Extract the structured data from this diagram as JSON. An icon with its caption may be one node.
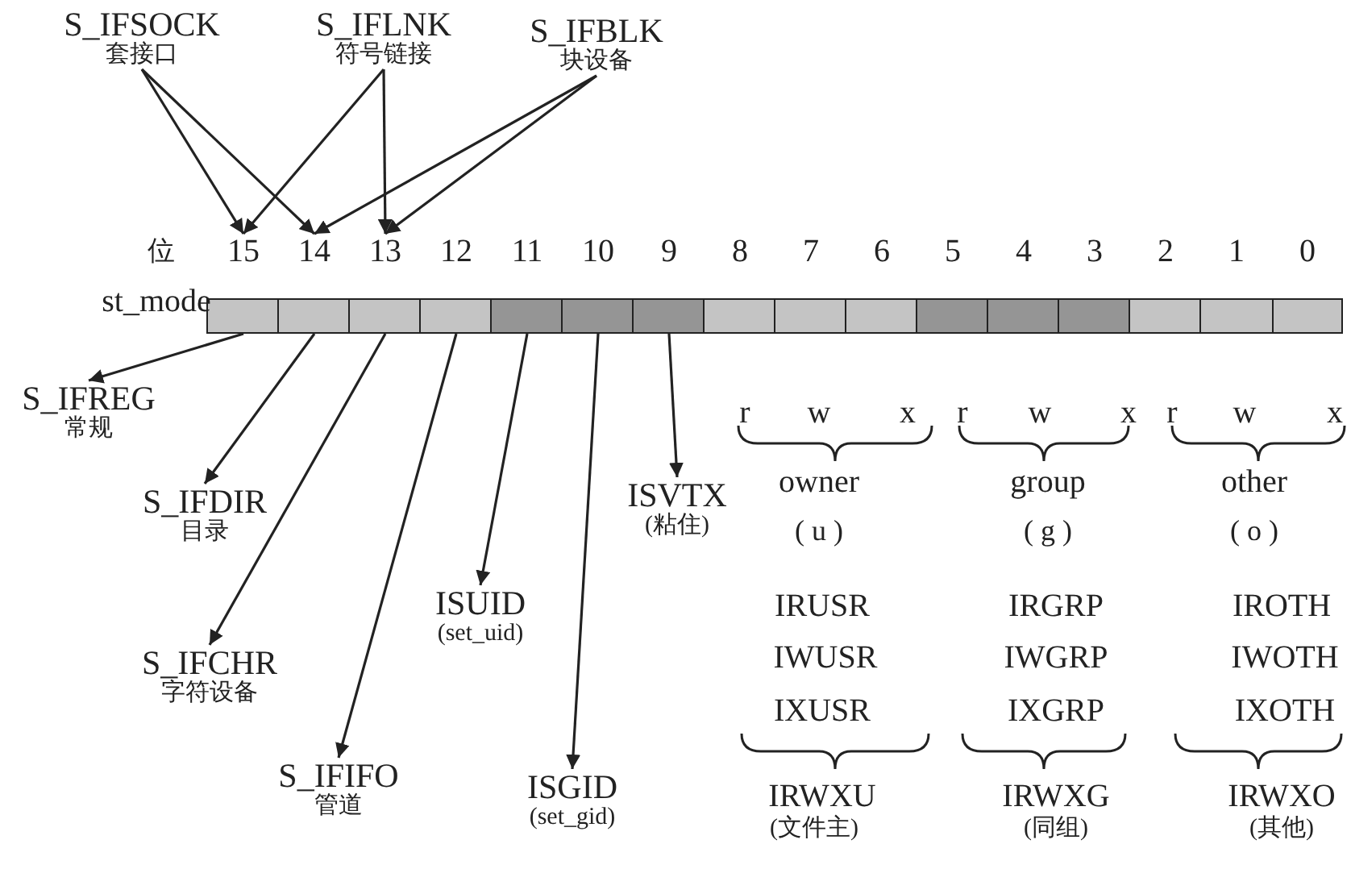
{
  "diagram": {
    "nodes": [
      {
        "text": [
          "S_IFSOCK",
          "套接口"
        ]
      },
      {
        "text": [
          "S_IFLNK",
          "符号链接"
        ]
      },
      {
        "text": [
          "S_IFBLK",
          "块设备"
        ]
      },
      {
        "text": [],
        "shape": "box",
        "beside": [
          "15"
        ]
      },
      {
        "text": [],
        "shape": "box",
        "beside": [
          "14"
        ]
      },
      {
        "text": [],
        "shape": "box",
        "beside": [
          "13"
        ]
      },
      {
        "text": [],
        "shape": "box",
        "beside": [
          "12"
        ]
      },
      {
        "text": [],
        "shape": "box",
        "beside": [
          "11"
        ]
      },
      {
        "text": [],
        "shape": "box",
        "beside": [
          "10"
        ]
      },
      {
        "text": [],
        "shape": "box",
        "beside": [
          "9"
        ]
      },
      {
        "text": [],
        "shape": "box",
        "beside": [
          "8"
        ]
      },
      {
        "text": [],
        "shape": "box",
        "beside": [
          "7"
        ]
      },
      {
        "text": [],
        "shape": "box",
        "beside": [
          "6"
        ]
      },
      {
        "text": [],
        "shape": "box",
        "beside": [
          "5"
        ]
      },
      {
        "text": [],
        "shape": "box",
        "beside": [
          "4"
        ]
      },
      {
        "text": [],
        "shape": "box",
        "beside": [
          "3"
        ]
      },
      {
        "text": [],
        "shape": "box",
        "beside": [
          "2"
        ]
      },
      {
        "text": [],
        "shape": "box",
        "beside": [
          "1"
        ]
      },
      {
        "text": [],
        "shape": "box",
        "beside": [
          "0"
        ]
      },
      {
        "text": [
          "S_IFREG",
          "常规"
        ]
      },
      {
        "text": [
          "S_IFDIR",
          "目录"
        ]
      },
      {
        "text": [
          "ISVTX",
          "(粘住)"
        ]
      },
      {
        "text": [
          "ISUID",
          "(set_uid)"
        ]
      },
      {
        "text": [
          "S_IFCHR",
          "字符设备"
        ]
      },
      {
        "text": [
          "S_IFIFO",
          "管道"
        ]
      },
      {
        "text": [
          "ISGID",
          "(set_gid)"
        ]
      }
    ],
    "edges": [
      {
        "from": 0,
        "to": 3,
        "arrow": "to"
      },
      {
        "from": 0,
        "to": 4,
        "arrow": "to"
      },
      {
        "from": 1,
        "to": 3,
        "arrow": "to"
      },
      {
        "from": 1,
        "to": 5,
        "arrow": "to"
      },
      {
        "from": 2,
        "to": 4,
        "arrow": "to"
      },
      {
        "from": 2,
        "to": 5,
        "arrow": "to"
      },
      {
        "from": 3,
        "to": 19,
        "arrow": "to"
      },
      {
        "from": 4,
        "to": 20,
        "arrow": "to"
      },
      {
        "from": 5,
        "to": 23,
        "arrow": "to"
      },
      {
        "from": 6,
        "to": 24,
        "arrow": "to"
      },
      {
        "from": 7,
        "to": 22,
        "arrow": "to"
      },
      {
        "from": 8,
        "to": 25,
        "arrow": "to"
      },
      {
        "from": 9,
        "to": 21,
        "arrow": "to"
      }
    ],
    "labels": [
      "位",
      "st_mode",
      "r",
      "w",
      "x",
      "r",
      "w",
      "x",
      "r",
      "w",
      "x",
      "owner",
      "group",
      "other",
      "( u )",
      "( g )",
      "( o )",
      "IRUSR",
      "IRGRP",
      "IROTH",
      "IWUSR",
      "IWGRP",
      "IWOTH",
      "IXUSR",
      "IXGRP",
      "IXOTH",
      "IRWXU",
      "IRWXG",
      "IRWXO",
      "(文件主)",
      "(同组)",
      "(其他)"
    ]
  }
}
